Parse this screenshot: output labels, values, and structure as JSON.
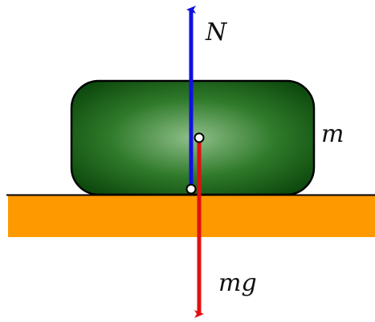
{
  "labels": {
    "normal_force": "N",
    "mass": "m",
    "weight": "mg"
  },
  "colors": {
    "ground": "#ff9900",
    "block_fill_center": "#8fbf8a",
    "block_fill_mid": "#2f7a2a",
    "block_fill_edge": "#0e4a0e",
    "block_outline": "#000000",
    "normal_force_arrow": "#1010e0",
    "weight_arrow": "#e01010",
    "point_fill": "#ffffff",
    "point_outline": "#000000"
  }
}
